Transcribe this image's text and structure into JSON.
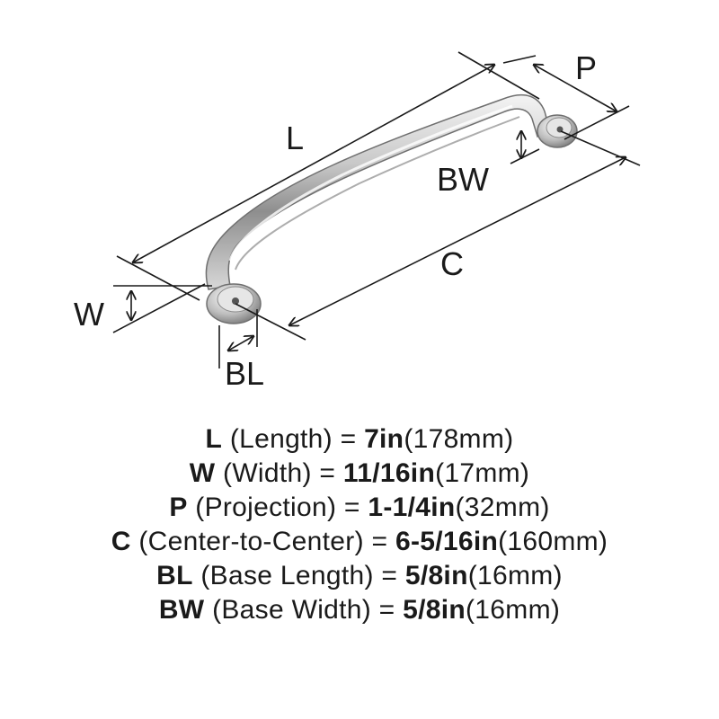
{
  "diagram": {
    "labels": {
      "L": "L",
      "P": "P",
      "BW": "BW",
      "C": "C",
      "W": "W",
      "BL": "BL"
    }
  },
  "specs": [
    {
      "code": "L",
      "name": " (Length) = ",
      "imperial": "7in",
      "metric": "(178mm)"
    },
    {
      "code": "W",
      "name": " (Width) = ",
      "imperial": "11/16in",
      "metric": "(17mm)"
    },
    {
      "code": "P",
      "name": " (Projection) = ",
      "imperial": "1-1/4in",
      "metric": "(32mm)"
    },
    {
      "code": "C",
      "name": " (Center-to-Center) = ",
      "imperial": "6-5/16in",
      "metric": "(160mm)"
    },
    {
      "code": "BL",
      "name": " (Base Length) = ",
      "imperial": "5/8in",
      "metric": "(16mm)"
    },
    {
      "code": "BW",
      "name": " (Base Width) = ",
      "imperial": "5/8in",
      "metric": "(16mm)"
    }
  ]
}
